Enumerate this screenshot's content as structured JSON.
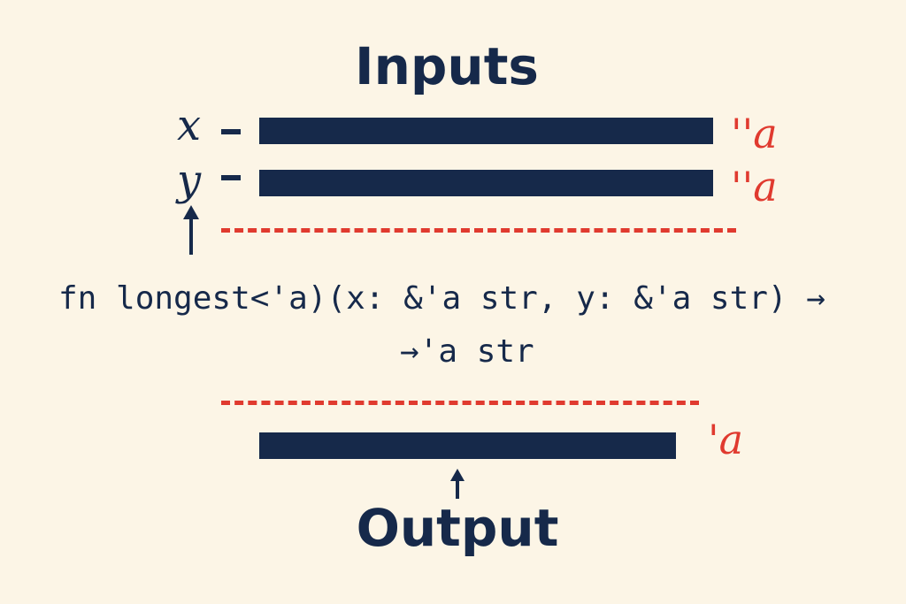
{
  "headings": {
    "inputs": "Inputs",
    "output": "Output"
  },
  "inputs": [
    {
      "name": "x",
      "lifetime": "''a"
    },
    {
      "name": "y",
      "lifetime": "''a"
    }
  ],
  "output": {
    "lifetime": "'a"
  },
  "signature": {
    "line1": "fn longest<'a)(x: &'a str, y: &'a str) →",
    "line2": "→'a str"
  },
  "colors": {
    "background": "#fcf5e6",
    "ink": "#16294a",
    "lifetime_red": "#e03a2f"
  },
  "icons": [
    "up-arrow-icon",
    "up-arrow-icon"
  ]
}
